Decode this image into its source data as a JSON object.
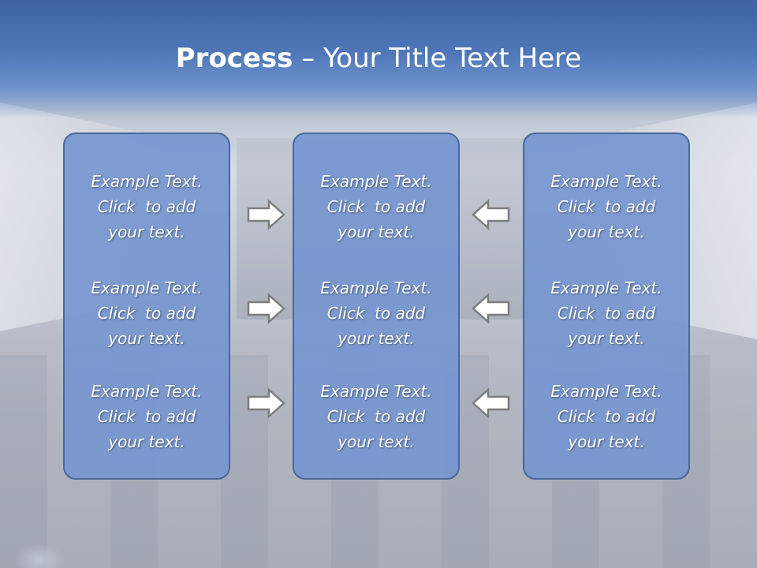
{
  "slide": {
    "title_bold": "Process",
    "title_rest": " – Your Title Text Here"
  },
  "panels": [
    {
      "items": [
        {
          "line1": "Example Text.",
          "line2": "Click  to add",
          "line3": "your text."
        },
        {
          "line1": "Example Text.",
          "line2": "Click  to add",
          "line3": "your text."
        },
        {
          "line1": "Example Text.",
          "line2": "Click  to add",
          "line3": "your text."
        }
      ]
    },
    {
      "items": [
        {
          "line1": "Example Text.",
          "line2": "Click  to add",
          "line3": "your text."
        },
        {
          "line1": "Example Text.",
          "line2": "Click  to add",
          "line3": "your text."
        },
        {
          "line1": "Example Text.",
          "line2": "Click  to add",
          "line3": "your text."
        }
      ]
    },
    {
      "items": [
        {
          "line1": "Example Text.",
          "line2": "Click  to add",
          "line3": "your text."
        },
        {
          "line1": "Example Text.",
          "line2": "Click  to add",
          "line3": "your text."
        },
        {
          "line1": "Example Text.",
          "line2": "Click  to add",
          "line3": "your text."
        }
      ]
    }
  ],
  "arrows": {
    "left_column": [
      "right-arrow-icon",
      "right-arrow-icon",
      "right-arrow-icon"
    ],
    "right_column": [
      "left-arrow-icon",
      "left-arrow-icon",
      "left-arrow-icon"
    ]
  },
  "colors": {
    "title_bar": "#4f77b8",
    "panel_fill": "#7696d0",
    "panel_border": "#49689c",
    "text": "#ffffff"
  }
}
